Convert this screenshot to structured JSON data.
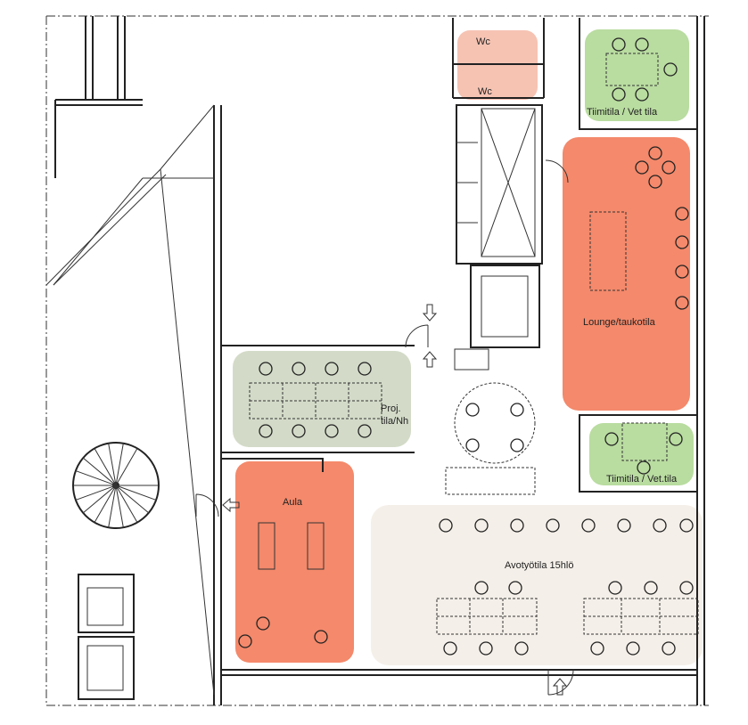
{
  "rooms": {
    "wc_top": {
      "label": "Wc",
      "color": "#f6c3b3"
    },
    "wc_bottom": {
      "label": "Wc",
      "color": "#f6c3b3"
    },
    "team_room_top": {
      "label": "Tiimitila / Vet tila",
      "color": "#b9dca0"
    },
    "lounge": {
      "label": "Lounge/taukotila",
      "color": "#f4896b"
    },
    "project_room": {
      "label_line1": "Proj.",
      "label_line2": "tila/Nh",
      "color": "#d3dbc8"
    },
    "team_room_bottom": {
      "label": "Tiimitila / Vet.tila",
      "color": "#b9dca0"
    },
    "lobby": {
      "label": "Aula",
      "color": "#f4896b"
    },
    "open_office": {
      "label": "Avotyötila 15hlö",
      "color": "#f4efe8"
    }
  }
}
